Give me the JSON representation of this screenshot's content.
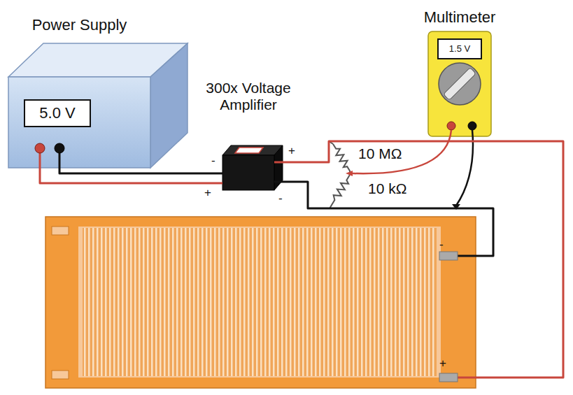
{
  "diagram": {
    "nodes": [
      {
        "text": [
          "Power Supply"
        ]
      },
      {
        "text": [
          "5.0 V"
        ],
        "in": 0
      },
      {
        "text": [
          "300x Voltage Amplifier"
        ]
      },
      {
        "text": [
          "Multimeter"
        ]
      },
      {
        "text": [
          "1.5 V"
        ],
        "in": 3
      },
      {
        "text": [
          "-",
          "+"
        ]
      }
    ],
    "edges": [
      {
        "from": 0,
        "to": 2,
        "arrow": "none"
      },
      {
        "from": 0,
        "to": 2,
        "arrow": "none"
      },
      {
        "from": 2,
        "to": 5,
        "arrow": "none"
      },
      {
        "from": 2,
        "to": 5,
        "arrow": "none"
      }
    ],
    "labels": [
      "-",
      "+",
      "+",
      "-",
      "10 MΩ",
      "10 kΩ"
    ]
  }
}
